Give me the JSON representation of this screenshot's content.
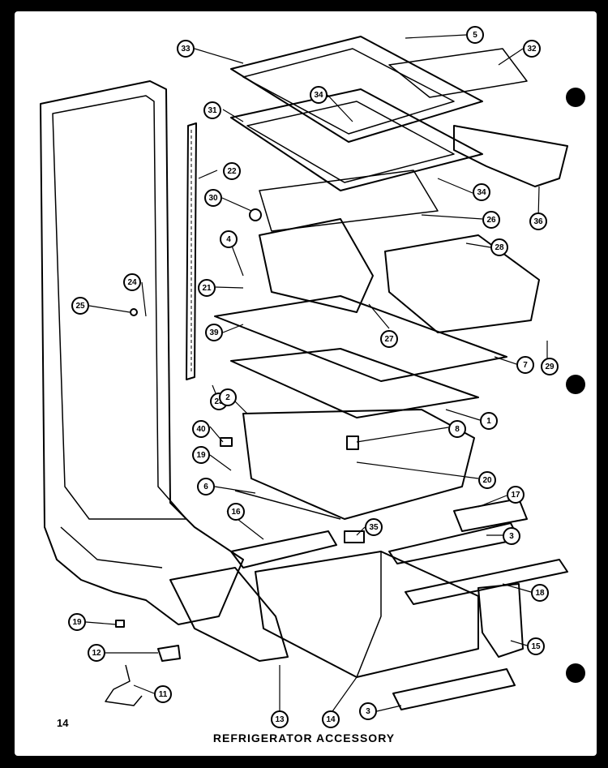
{
  "page_number": "14",
  "caption": "REFRIGERATOR ACCESSORY",
  "callouts": {
    "c33": "33",
    "c5": "5",
    "c32": "32",
    "c34a": "34",
    "c31": "31",
    "c22": "22",
    "c34b": "34",
    "c36": "36",
    "c30": "30",
    "c26": "26",
    "c28": "28",
    "c4": "4",
    "c24": "24",
    "c25": "25",
    "c21": "21",
    "c39": "39",
    "c27": "27",
    "c7": "7",
    "c29": "29",
    "c23": "23",
    "c2": "2",
    "c1": "1",
    "c40": "40",
    "c8": "8",
    "c19a": "19",
    "c20": "20",
    "c6": "6",
    "c17": "17",
    "c16": "16",
    "c35": "35",
    "c3a": "3",
    "c18": "18",
    "c19b": "19",
    "c12": "12",
    "c15": "15",
    "c11": "11",
    "c13": "13",
    "c14": "14",
    "c3b": "3"
  }
}
